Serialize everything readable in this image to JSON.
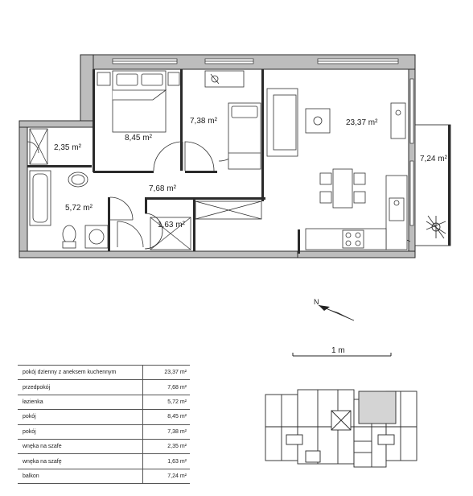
{
  "plan": {
    "rooms": [
      {
        "id": "living",
        "area": "23,37 m²"
      },
      {
        "id": "bedroom-1",
        "area": "8,45 m²"
      },
      {
        "id": "bedroom-2",
        "area": "7,38 m²"
      },
      {
        "id": "closet-1",
        "area": "2,35 m²"
      },
      {
        "id": "hall",
        "area": "7,68 m²"
      },
      {
        "id": "bathroom",
        "area": "5,72 m²"
      },
      {
        "id": "closet-2",
        "area": "1,63 m²"
      },
      {
        "id": "balcony",
        "area": "7,24 m²"
      }
    ],
    "scale_label": "1 m"
  },
  "room_table": {
    "rows": [
      {
        "name": "pokój dzienny z aneksem kuchennym",
        "area": "23,37 m²"
      },
      {
        "name": "przedpokój",
        "area": "7,68 m²"
      },
      {
        "name": "łazienka",
        "area": "5,72 m²"
      },
      {
        "name": "pokój",
        "area": "8,45 m²"
      },
      {
        "name": "pokój",
        "area": "7,38 m²"
      },
      {
        "name": "wnęka na szafe",
        "area": "2,35 m²"
      },
      {
        "name": "wnęka na szafę",
        "area": "1,63 m²"
      },
      {
        "name": "balkon",
        "area": "7,24 m²"
      }
    ]
  },
  "colors": {
    "wall": "#bdbdbd",
    "wall_outline": "#2a2a2a",
    "fixture": "#333333",
    "highlight": "#d4d4d4"
  }
}
